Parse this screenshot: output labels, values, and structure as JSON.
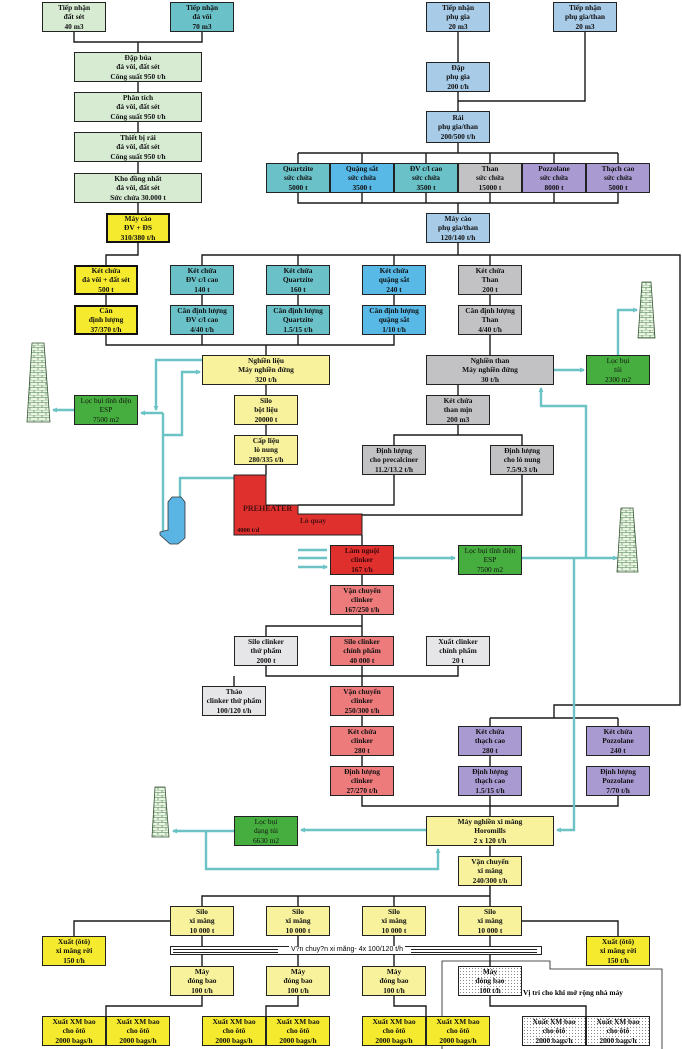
{
  "colors": {
    "lightgreen": "#d6ebd2",
    "teal": "#6ac1c8",
    "lightblue": "#a8cbe8",
    "blue": "#58b8e6",
    "gray": "#c2c2c4",
    "purple": "#a99bd2",
    "yellow": "#f5ea2e",
    "paleyellow": "#f8f29c",
    "red": "#e0302e",
    "salmon": "#ee7b7b",
    "lightgray": "#e6e6e8",
    "green": "#46ae3e",
    "flow": "#6cc3c6"
  },
  "boxes": [
    {
      "id": "tn-datset",
      "color": "lightgreen",
      "lines": [
        "Tiếp nhận",
        "đất sét",
        "40 m3"
      ]
    },
    {
      "id": "tn-davoi",
      "color": "teal",
      "lines": [
        "Tiếp nhận",
        "đá vôi",
        "70 m3"
      ]
    },
    {
      "id": "dap-bua",
      "color": "lightgreen",
      "lines": [
        "Đập búa",
        "đá vôi, đất sét",
        "Công suất 950 t/h"
      ]
    },
    {
      "id": "phan-tich",
      "color": "lightgreen",
      "lines": [
        "Phân tích",
        "đá vôi, đất sét",
        "Công suất 950 t/h"
      ]
    },
    {
      "id": "thiet-bi-rai",
      "color": "lightgreen",
      "lines": [
        "Thiết bị rải",
        "đá vôi, đất sét",
        "Công suất 950 t/h"
      ]
    },
    {
      "id": "kho-dong-nhat",
      "color": "lightgreen",
      "lines": [
        "Kho đồng nhất",
        "đá vôi, đất sét",
        "Sức chứa 30.000 t"
      ]
    },
    {
      "id": "may-cao-dvds",
      "color": "yellow",
      "thick": true,
      "lines": [
        "Máy cào",
        "ĐV + ĐS",
        "310/380  t/h"
      ]
    },
    {
      "id": "tn-phugia",
      "color": "lightblue",
      "lines": [
        "Tiếp nhận",
        "phụ gia",
        "20 m3"
      ]
    },
    {
      "id": "tn-phugia-than",
      "color": "lightblue",
      "lines": [
        "Tiếp nhận",
        "phụ gia/than",
        "20 m3"
      ]
    },
    {
      "id": "dap-phugia",
      "color": "lightblue",
      "lines": [
        "Đập",
        "phụ gia",
        "200 t/h"
      ]
    },
    {
      "id": "rai-phugia",
      "color": "lightblue",
      "lines": [
        "Rải",
        "phụ gia/than",
        "200/500 t/h"
      ]
    },
    {
      "id": "kho-quartzite",
      "color": "teal",
      "lines": [
        "Quartzite",
        "sức chứa",
        "5000 t"
      ]
    },
    {
      "id": "kho-quangsat",
      "color": "blue",
      "lines": [
        "Quặng sắt",
        "sức chứa",
        "3500 t"
      ]
    },
    {
      "id": "kho-dvclcao",
      "color": "teal",
      "lines": [
        "ĐV c/l cao",
        "sức chứa",
        "3500 t"
      ]
    },
    {
      "id": "kho-than",
      "color": "gray",
      "lines": [
        "Than",
        "sức chứa",
        "15000 t"
      ]
    },
    {
      "id": "kho-pozzolane",
      "color": "purple",
      "lines": [
        "Pozzolane",
        "sức chứa",
        "8000 t"
      ]
    },
    {
      "id": "kho-thachcao",
      "color": "purple",
      "lines": [
        "Thạch cao",
        "sức chứa",
        "5000 t"
      ]
    },
    {
      "id": "may-cao-phugia",
      "color": "lightblue",
      "lines": [
        "Máy cào",
        "phụ gia/than",
        "120/140 t/h"
      ]
    },
    {
      "id": "ket-dvds",
      "color": "yellow",
      "thick": true,
      "lines": [
        "Két chứa",
        "đá vôi + đất sét",
        "500 t"
      ]
    },
    {
      "id": "ket-dvcl",
      "color": "teal",
      "lines": [
        "Két chứa",
        "ĐV c/l cao",
        "140 t"
      ]
    },
    {
      "id": "ket-quartzite",
      "color": "teal",
      "lines": [
        "Két chứa",
        "Quartzite",
        "160 t"
      ]
    },
    {
      "id": "ket-quangsat",
      "color": "blue",
      "lines": [
        "Két chứa",
        "quặng sắt",
        "240 t"
      ]
    },
    {
      "id": "ket-than",
      "color": "gray",
      "lines": [
        "Két chứa",
        "Than",
        "200 t"
      ]
    },
    {
      "id": "can-dvds",
      "color": "yellow",
      "thick": true,
      "lines": [
        "Cân",
        "định lượng",
        "37/370 t/h"
      ]
    },
    {
      "id": "can-dvcl",
      "color": "teal",
      "lines": [
        "Cân định lượng",
        "ĐV c/l cao",
        "4/40 t/h"
      ]
    },
    {
      "id": "can-quartzite",
      "color": "teal",
      "lines": [
        "Cân định lượng",
        "Quartzite",
        "1.5/15 t/h"
      ]
    },
    {
      "id": "can-quangsat",
      "color": "blue",
      "lines": [
        "Cân định lượng",
        "quặng sắt",
        "1/10 t/h"
      ]
    },
    {
      "id": "can-than",
      "color": "gray",
      "lines": [
        "Cân định lượng",
        "Than",
        "4/40 t/h"
      ]
    },
    {
      "id": "nghien-lieu",
      "color": "paleyellow",
      "lines": [
        "Nghiền liệu",
        "Máy nghiền đứng",
        "320 t/h"
      ]
    },
    {
      "id": "nghien-than",
      "color": "gray",
      "lines": [
        "Nghiền than",
        "Máy nghiền đứng",
        "30 t/h"
      ]
    },
    {
      "id": "loc-bui-tui",
      "color": "green",
      "plain": true,
      "lines": [
        "Lọc bụi",
        "túi",
        "2300 m2"
      ]
    },
    {
      "id": "esp-left",
      "color": "green",
      "plain": true,
      "lines": [
        "Lọc bụi tĩnh điện",
        "ESP",
        "7500 m2"
      ]
    },
    {
      "id": "silo-bot-lieu",
      "color": "paleyellow",
      "lines": [
        "Silo",
        "bột liệu",
        "20000 t"
      ]
    },
    {
      "id": "ket-than-min",
      "color": "gray",
      "lines": [
        "Két chứa",
        "than mịn",
        "200 m3"
      ]
    },
    {
      "id": "cap-lieu",
      "color": "paleyellow",
      "lines": [
        "Cấp liệu",
        "lò nung",
        "280/335 t/h"
      ]
    },
    {
      "id": "dl-precalciner",
      "color": "gray",
      "lines": [
        "Định lượng",
        "cho precalciner",
        "11.2/13.2 t/h"
      ]
    },
    {
      "id": "dl-lonung",
      "color": "gray",
      "lines": [
        "Định lượng",
        "cho lò nung",
        "7.5/9.3 t/h"
      ]
    },
    {
      "id": "lam-nguoi",
      "color": "red",
      "lines": [
        "Làm nguội",
        "clinker",
        "167 t/h"
      ]
    },
    {
      "id": "esp-right",
      "color": "green",
      "plain": true,
      "lines": [
        "Lọc bụi tĩnh điện",
        "ESP",
        "7500 m2"
      ]
    },
    {
      "id": "vc-clinker-1",
      "color": "salmon",
      "lines": [
        "Vận chuyển",
        "clinker",
        "167/250 t/h"
      ]
    },
    {
      "id": "silo-thu-pham",
      "color": "lightgray",
      "lines": [
        "Silo clinker",
        "thứ phẩm",
        "2000 t"
      ]
    },
    {
      "id": "silo-chinh-pham",
      "color": "salmon",
      "lines": [
        "Silo  clinker",
        "chính phẩm",
        "40 000 t"
      ]
    },
    {
      "id": "xuat-clinker",
      "color": "lightgray",
      "lines": [
        "Xuất clinker",
        "chính phẩm",
        "20 t"
      ]
    },
    {
      "id": "thao-clinker",
      "color": "lightgray",
      "lines": [
        "Tháo",
        "clinker thứ phẩm",
        "100/120 t/h"
      ]
    },
    {
      "id": "vc-clinker-2",
      "color": "salmon",
      "lines": [
        "Vận chuyển",
        "clinker",
        "250/300 t/h"
      ]
    },
    {
      "id": "ket-clinker",
      "color": "salmon",
      "lines": [
        "Két chứa",
        "clinker",
        "280 t"
      ]
    },
    {
      "id": "dl-clinker",
      "color": "salmon",
      "lines": [
        "Định lượng",
        "clinker",
        "27/270 t/h"
      ]
    },
    {
      "id": "ket-thachcao",
      "color": "purple",
      "lines": [
        "Két chứa",
        "thạch cao",
        "280 t"
      ]
    },
    {
      "id": "dl-thachcao",
      "color": "purple",
      "lines": [
        "Định lượng",
        "thạch cao",
        "1.5/15 t/h"
      ]
    },
    {
      "id": "ket-pozzolane",
      "color": "purple",
      "lines": [
        "Két chứa",
        "Pozzolane",
        "240 t"
      ]
    },
    {
      "id": "dl-pozzolane",
      "color": "purple",
      "lines": [
        "Định lượng",
        "Pozzolane",
        "7/70 t/h"
      ]
    },
    {
      "id": "may-nghien-xm",
      "color": "paleyellow",
      "lines": [
        "Máy nghiền xi măng",
        "Horomills",
        "2 x 120 t/h"
      ]
    },
    {
      "id": "loc-bui-dang-tui",
      "color": "green",
      "plain": true,
      "lines": [
        "Lọc bụi",
        "dạng túi",
        "6630 m2"
      ]
    },
    {
      "id": "vc-xi-mang",
      "color": "paleyellow",
      "lines": [
        "Vận chuyển",
        "xi măng",
        "240/300 t/h"
      ]
    },
    {
      "id": "silo-xm-1",
      "color": "paleyellow",
      "lines": [
        "Silo",
        "xi măng",
        "10 000 t"
      ]
    },
    {
      "id": "silo-xm-2",
      "color": "paleyellow",
      "lines": [
        "Silo",
        "xi măng",
        "10 000 t"
      ]
    },
    {
      "id": "silo-xm-3",
      "color": "paleyellow",
      "lines": [
        "Silo",
        "xi măng",
        "10 000 t"
      ]
    },
    {
      "id": "silo-xm-4",
      "color": "paleyellow",
      "lines": [
        "Silo",
        "xi măng",
        "10 000 t"
      ]
    },
    {
      "id": "xuat-roi-left",
      "color": "yellow",
      "lines": [
        "Xuất (ôtô)",
        "xi măng rời",
        "150 t/h"
      ]
    },
    {
      "id": "xuat-roi-right",
      "color": "yellow",
      "lines": [
        "Xuất (ôtô)",
        "xi măng rời",
        "150 t/h"
      ]
    },
    {
      "id": "dong-bao-1",
      "color": "paleyellow",
      "lines": [
        "Máy",
        "đóng bao",
        "100 t/h"
      ]
    },
    {
      "id": "dong-bao-2",
      "color": "paleyellow",
      "lines": [
        "Máy",
        "đóng bao",
        "100 t/h"
      ]
    },
    {
      "id": "dong-bao-3",
      "color": "paleyellow",
      "lines": [
        "Máy",
        "đóng bao",
        "100 t/h"
      ]
    },
    {
      "id": "dong-bao-4",
      "color": "dotted",
      "lines": [
        "Máy",
        "đóng bao",
        "100 t/h"
      ]
    },
    {
      "id": "xuat-bao-1",
      "color": "yellow",
      "lines": [
        "Xuất XM bao",
        "cho ôtô",
        "2000 bags/h"
      ]
    },
    {
      "id": "xuat-bao-2",
      "color": "yellow",
      "lines": [
        "Xuất XM bao",
        "cho ôtô",
        "2000 bags/h"
      ]
    },
    {
      "id": "xuat-bao-3",
      "color": "yellow",
      "lines": [
        "Xuất XM bao",
        "cho ôtô",
        "2000 bags/h"
      ]
    },
    {
      "id": "xuat-bao-4",
      "color": "yellow",
      "lines": [
        "Xuất XM bao",
        "cho ôtô",
        "2000 bags/h"
      ]
    },
    {
      "id": "xuat-bao-5",
      "color": "yellow",
      "lines": [
        "Xuất XM bao",
        "cho ôtô",
        "2000 bags/h"
      ]
    },
    {
      "id": "xuat-bao-6",
      "color": "yellow",
      "lines": [
        "Xuất XM bao",
        "cho ôtô",
        "2000 bags/h"
      ]
    },
    {
      "id": "xuat-bao-7",
      "color": "dotted",
      "lines": [
        "Xuất XM bao",
        "cho ôtô",
        "2000 bags/h"
      ]
    },
    {
      "id": "xuat-bao-8",
      "color": "dotted",
      "lines": [
        "Xuất XM bao",
        "cho ôtô",
        "2000 bags/h"
      ]
    }
  ],
  "kiln": {
    "preheater": "PREHEATER",
    "rotary": "Lò quay",
    "capacity": "4000 t/d"
  },
  "conveyor": "V?n chuy?n xi măng- 4x 100/120 t/h",
  "expansion_note": "Vị trí cho khi mở rộng nhà máy"
}
